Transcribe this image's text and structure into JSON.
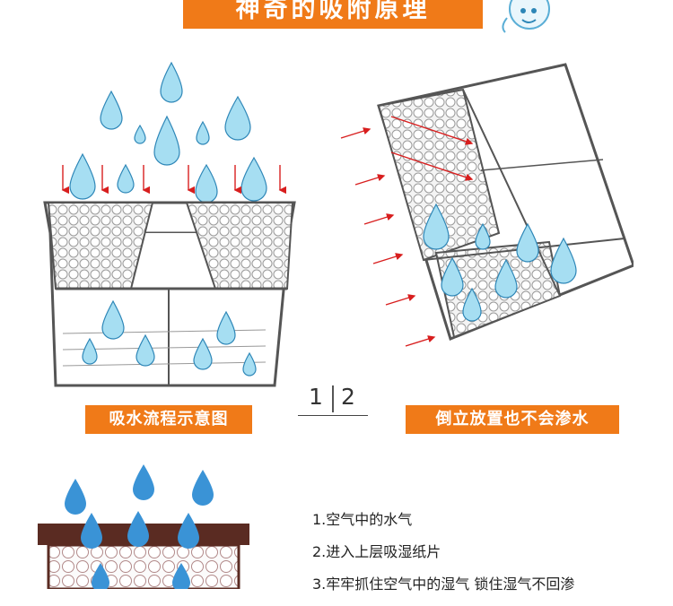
{
  "title": "神奇的吸附原理",
  "pager": {
    "left": "1",
    "right": "2"
  },
  "captions": {
    "left": "吸水流程示意图",
    "right": "倒立放置也不会渗水"
  },
  "steps": [
    "1.空气中的水气",
    "2.进入上层吸湿纸片",
    "3.牢牢抓住空气中的湿气 锁住湿气不回渗"
  ],
  "colors": {
    "accent": "#f07a18",
    "drop": "#8fd3ef",
    "drop_dark": "#2d86b7",
    "arrow": "#d81e1e",
    "box_brown": "#5a2b22"
  }
}
